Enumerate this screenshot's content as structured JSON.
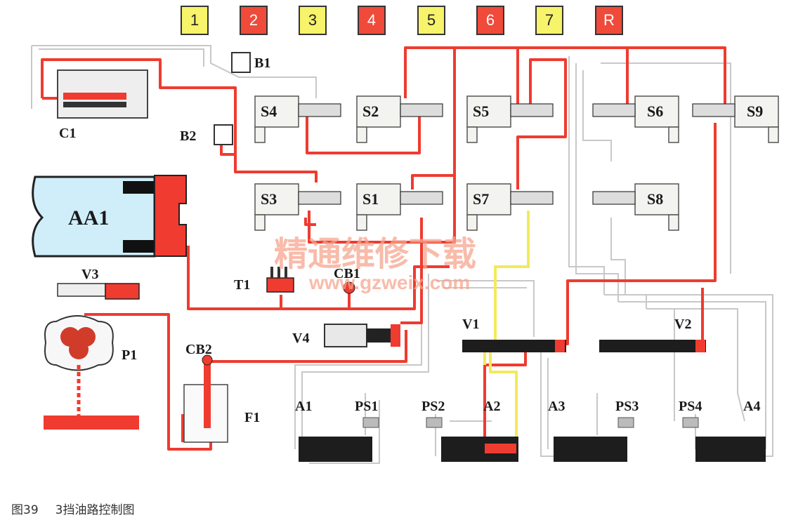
{
  "gear_tabs": [
    {
      "label": "1",
      "state": "inactive"
    },
    {
      "label": "2",
      "state": "active"
    },
    {
      "label": "3",
      "state": "inactive"
    },
    {
      "label": "4",
      "state": "active"
    },
    {
      "label": "5",
      "state": "inactive"
    },
    {
      "label": "6",
      "state": "active"
    },
    {
      "label": "7",
      "state": "inactive"
    },
    {
      "label": "R",
      "state": "active"
    }
  ],
  "colors": {
    "pressure_line": "#ef3b30",
    "pilot_line": "#f2ea5a",
    "drain_line": "#c8c8c8",
    "accumulator_fill": "#cfeefa",
    "tab_active": "#ef4a3a",
    "tab_inactive": "#f7f36a",
    "label_dark": "#1a1a1a",
    "watermark": "#f7a58e"
  },
  "components": {
    "solenoids_left": [
      "S4",
      "S2",
      "S3",
      "S1"
    ],
    "solenoids_mid": [
      "S5",
      "S7"
    ],
    "solenoids_right": [
      "S6",
      "S9",
      "S8"
    ],
    "accumulator": "AA1",
    "pressure_switches_blocks": [
      "B1",
      "B2"
    ],
    "clutch": "C1",
    "valves": [
      "V3",
      "V4",
      "V1",
      "V2"
    ],
    "pump": "P1",
    "filter": "F1",
    "check_balls": [
      "T1",
      "CB1",
      "CB2"
    ],
    "actuators": [
      "A1",
      "A2",
      "A3",
      "A4"
    ],
    "position_sensors": [
      "PS1",
      "PS2",
      "PS3",
      "PS4"
    ]
  },
  "watermark": {
    "line1": "精通维修下载",
    "line2": "www.gzweix.com"
  },
  "caption": {
    "figure_no": "图39",
    "title": "3挡油路控制图"
  }
}
